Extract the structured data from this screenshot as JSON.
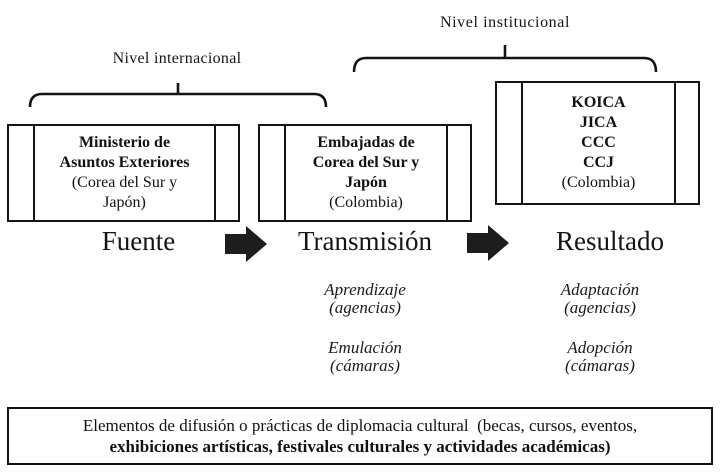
{
  "page": {
    "background": "#ffffff",
    "ink": "#141414",
    "arrow_color": "#1d1d1d"
  },
  "level_labels": {
    "international": "Nivel internacional",
    "institutional": "Nivel institucional"
  },
  "boxes": {
    "source": {
      "lines": [
        "Ministerio de",
        "Asuntos Exteriores",
        "(Corea del Sur y",
        "Japón)"
      ]
    },
    "transmission": {
      "lines": [
        "Embajadas de",
        "Corea del Sur y",
        "Japón",
        "(Colombia)"
      ]
    },
    "result": {
      "lines": [
        "KOICA",
        "JICA",
        "CCC",
        "CCJ",
        "(Colombia)"
      ]
    }
  },
  "stages": {
    "source": "Fuente",
    "transmission": "Transmisión",
    "result": "Resultado"
  },
  "outcomes": {
    "transmission": [
      {
        "term": "Aprendizaje",
        "qualifier": "(agencias)"
      },
      {
        "term": "Emulación",
        "qualifier": "(cámaras)"
      }
    ],
    "result": [
      {
        "term": "Adaptación",
        "qualifier": "(agencias)"
      },
      {
        "term": "Adopción",
        "qualifier": "(cámaras)"
      }
    ]
  },
  "footer": {
    "line1": "Elementos de difusión o prácticas de diplomacia cultural  (becas, cursos, eventos,",
    "line2": "exhibiciones artísticas, festivales culturales y actividades académicas)"
  },
  "icons": {
    "arrow": "right-block-arrow",
    "brace": "horizontal-curly-brace"
  }
}
